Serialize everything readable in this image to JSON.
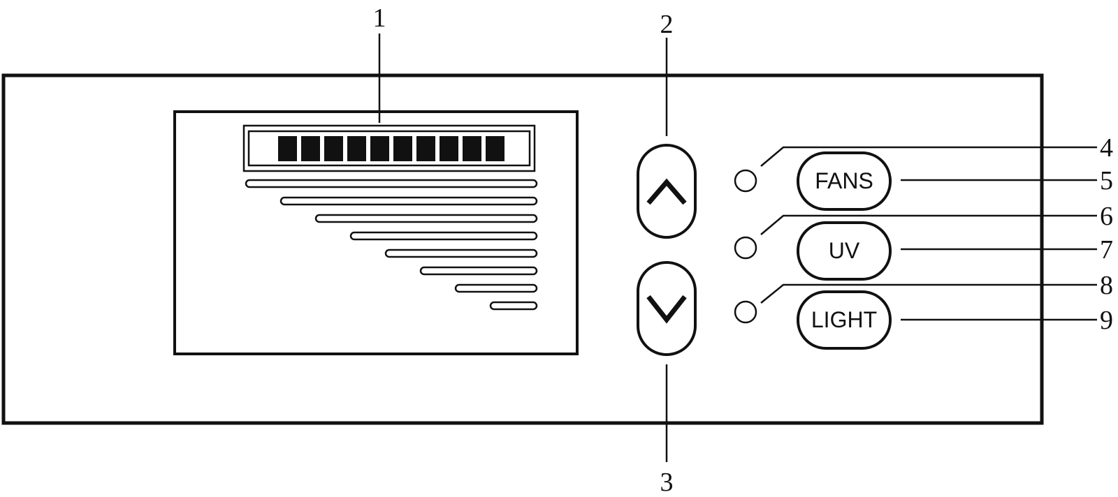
{
  "colors": {
    "ink": "#111111",
    "background": "#ffffff"
  },
  "display": {
    "level_segments": 10,
    "indicator_bars": 8
  },
  "buttons": {
    "up_icon": "chevron-up-icon",
    "down_icon": "chevron-down-icon",
    "fans_label": "FANS",
    "uv_label": "UV",
    "light_label": "LIGHT"
  },
  "callouts": {
    "n1": "1",
    "n2": "2",
    "n3": "3",
    "n4": "4",
    "n5": "5",
    "n6": "6",
    "n7": "7",
    "n8": "8",
    "n9": "9"
  }
}
